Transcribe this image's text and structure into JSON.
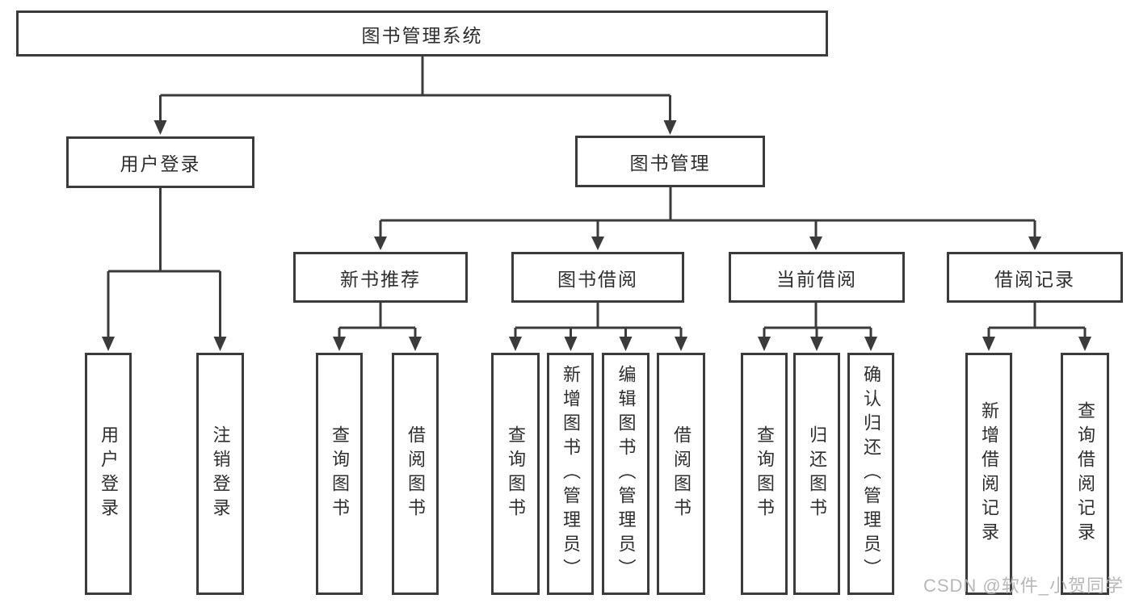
{
  "diagram": {
    "type": "tree",
    "root": {
      "label": "图书管理系统"
    },
    "level2": {
      "user_login": {
        "label": "用户登录",
        "parent": "图书管理系统"
      },
      "book_mgmt": {
        "label": "图书管理",
        "parent": "图书管理系统"
      }
    },
    "level3": {
      "new_book_rec": {
        "label": "新书推荐",
        "parent": "图书管理"
      },
      "book_borrow": {
        "label": "图书借阅",
        "parent": "图书管理"
      },
      "current_borrow": {
        "label": "当前借阅",
        "parent": "图书管理"
      },
      "borrow_record": {
        "label": "借阅记录",
        "parent": "图书管理"
      }
    },
    "leaves": {
      "user_login_leaf": {
        "label": "用户登录",
        "parent": "用户登录"
      },
      "logout": {
        "label": "注销登录",
        "parent": "用户登录"
      },
      "query_book_rec": {
        "label": "查询图书",
        "parent": "新书推荐"
      },
      "borrow_book_rec": {
        "label": "借阅图书",
        "parent": "新书推荐"
      },
      "query_book_borrow": {
        "label": "查询图书",
        "parent": "图书借阅"
      },
      "add_book_admin": {
        "label": "新增图书（管理员）",
        "parent": "图书借阅"
      },
      "edit_book_admin": {
        "label": "编辑图书（管理员）",
        "parent": "图书借阅"
      },
      "borrow_book": {
        "label": "借阅图书",
        "parent": "图书借阅"
      },
      "query_book_current": {
        "label": "查询图书",
        "parent": "当前借阅"
      },
      "return_book": {
        "label": "归还图书",
        "parent": "当前借阅"
      },
      "confirm_return_admin": {
        "label": "确认归还（管理员）",
        "parent": "当前借阅"
      },
      "add_borrow_record": {
        "label": "新增借阅记录",
        "parent": "借阅记录"
      },
      "query_borrow_record": {
        "label": "查询借阅记录",
        "parent": "借阅记录"
      }
    },
    "watermark": "CSDN @软件_小贺同学",
    "colors": {
      "line": "#3b3b3b",
      "box_border": "#3b3b3b",
      "box_fill": "#ffffff",
      "text": "#2e2e2e",
      "watermark_color": "#b2b2b2"
    }
  }
}
